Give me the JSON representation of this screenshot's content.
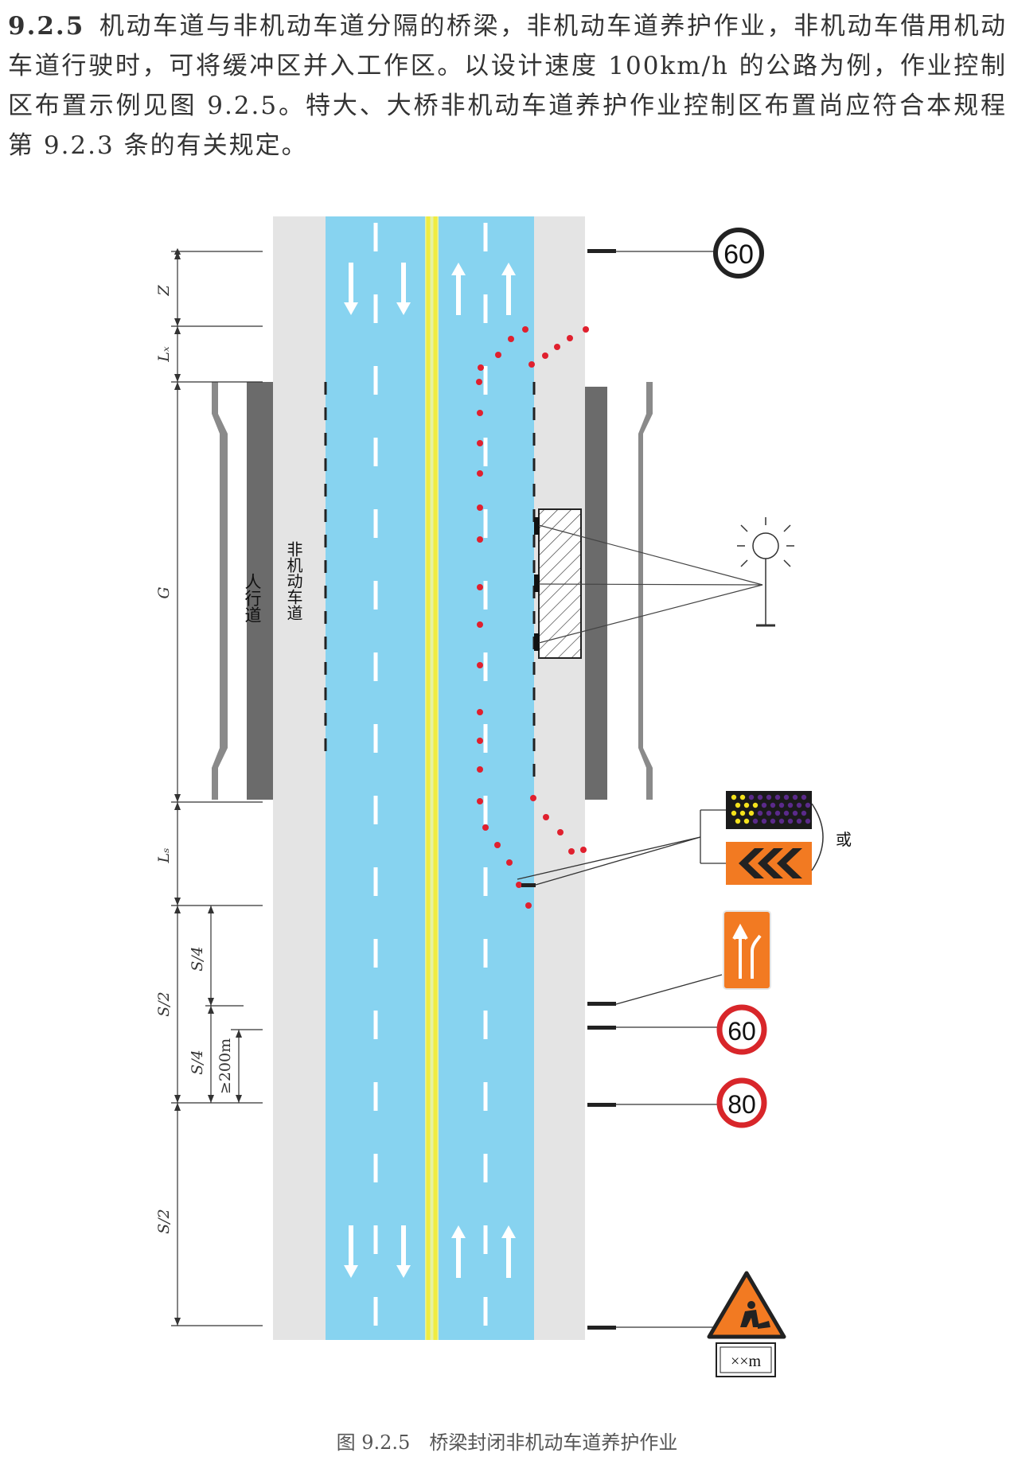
{
  "paragraph": {
    "number": "9.2.5",
    "text": "机动车道与非机动车道分隔的桥梁，非机动车道养护作业，非机动车借用机动车道行驶时，可将缓冲区并入工作区。以设计速度 100km/h 的公路为例，作业控制区布置示例见图 9.2.5。特大、大桥非机动车道养护作业控制区布置尚应符合本规程第 9.2.3 条的有关规定。"
  },
  "figure": {
    "caption": "图 9.2.5　桥梁封闭非机动车道养护作业",
    "lane_labels": {
      "pedestrian": "人行道",
      "non_motor": "非机动车道"
    },
    "dimensions": {
      "Z": "Z",
      "Lx": "Lₓ",
      "G": "G",
      "Ls": "Lₛ",
      "S2_upper": "S/2",
      "S4_a": "S/4",
      "S4_b": "S/4",
      "min200": "≥200m",
      "S2_lower": "S/2"
    },
    "signs": {
      "speed_limit_top": "60",
      "speed_limit_mid": "60",
      "speed_limit_far": "80",
      "or_label": "或",
      "distance_plate": "××m"
    },
    "colors": {
      "lane_blue": "#87d3f0",
      "shoulder_gray": "#e4e4e4",
      "center_yellow": "#f0ec40",
      "cone_red": "#e0202e",
      "sign_orange": "#f27a22",
      "sign_red_ring": "#d8262a"
    }
  }
}
